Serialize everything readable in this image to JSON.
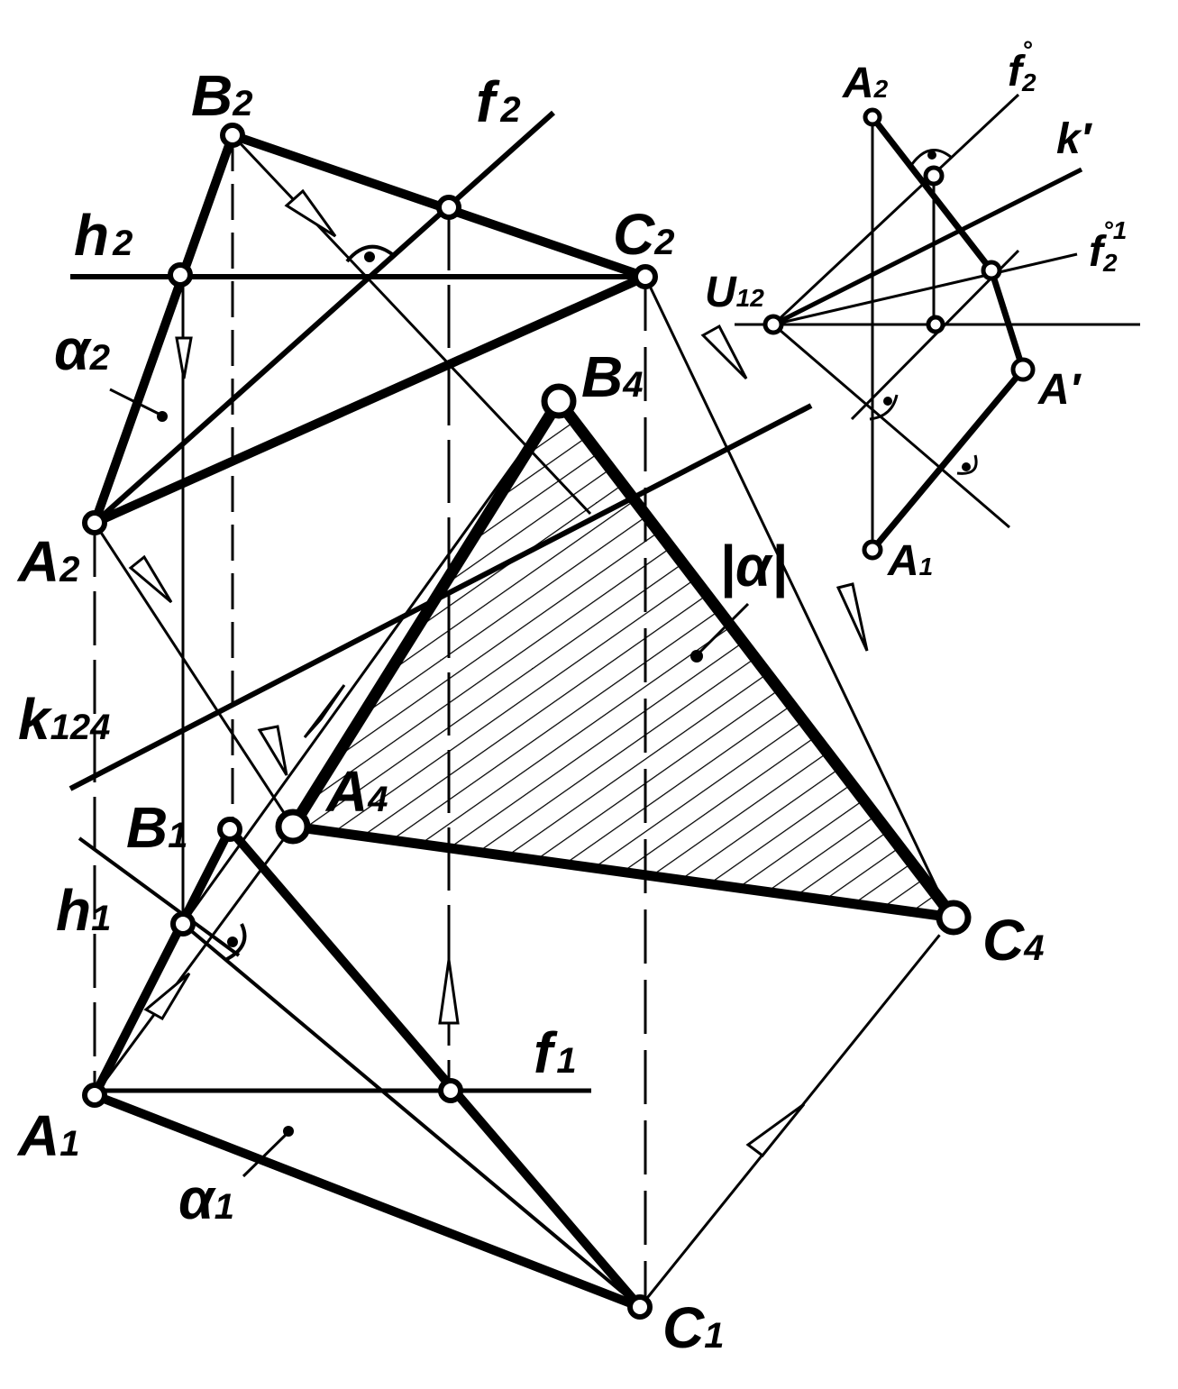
{
  "labels": {
    "B2": {
      "main": "B",
      "sub": "2"
    },
    "f2": {
      "main": "f",
      "sub": "2"
    },
    "C2": {
      "main": "C",
      "sub": "2"
    },
    "h2": {
      "main": "h",
      "sub": "2"
    },
    "alpha2": {
      "main": "α",
      "sub": "2"
    },
    "A2": {
      "main": "A",
      "sub": "2"
    },
    "B4": {
      "main": "B",
      "sub": "4"
    },
    "alpha_true": {
      "main": "|α|"
    },
    "k124": {
      "main": "k",
      "sub": "124"
    },
    "A4": {
      "main": "A",
      "sub": "4"
    },
    "B1": {
      "main": "B",
      "sub": "1"
    },
    "h1": {
      "main": "h",
      "sub": "1"
    },
    "C4": {
      "main": "C",
      "sub": "4"
    },
    "f1": {
      "main": "f",
      "sub": "1"
    },
    "A1": {
      "main": "A",
      "sub": "1"
    },
    "alpha1": {
      "main": "α",
      "sub": "1"
    },
    "C1": {
      "main": "C",
      "sub": "1"
    }
  },
  "inset_labels": {
    "A2": {
      "main": "A",
      "sub": "2"
    },
    "f2deg": {
      "main": "f",
      "sub": "2",
      "sup": "°"
    },
    "kprime": {
      "main": "k′"
    },
    "f2deg1": {
      "main": "f",
      "sub": "2",
      "sup": "°1"
    },
    "U12": {
      "main": "U",
      "sub": "12"
    },
    "Aprime": {
      "main": "A′"
    },
    "A1": {
      "main": "A",
      "sub": "1"
    }
  }
}
